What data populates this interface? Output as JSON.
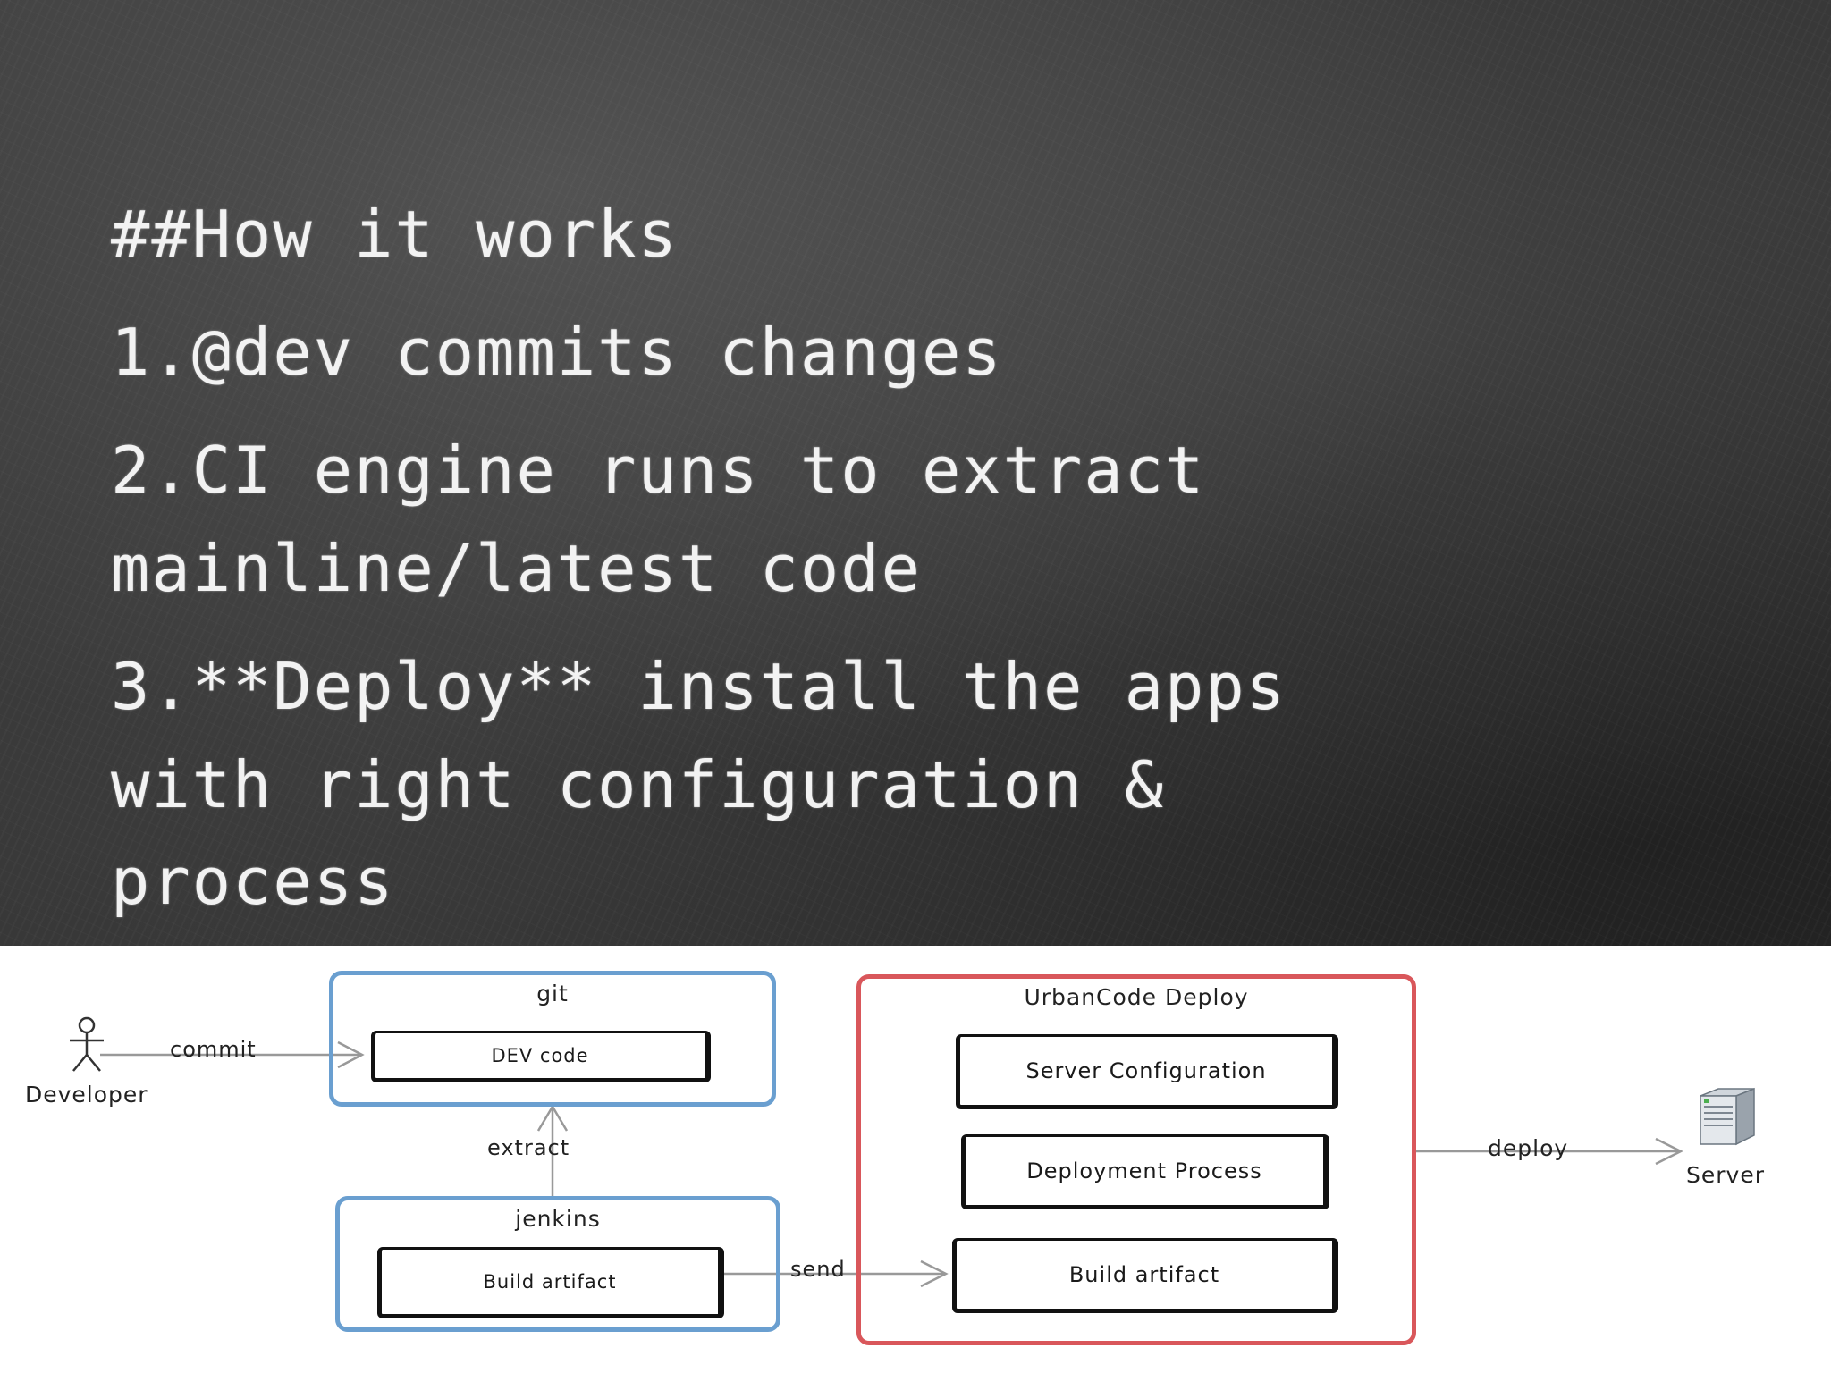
{
  "slide": {
    "heading": "##How it works",
    "step1": "1.@dev commits changes",
    "step2_line1": "2.CI engine runs to extract",
    "step2_line2": "mainline/latest code",
    "step3_line1": "3.**Deploy** install the apps",
    "step3_line2": "with right configuration &",
    "step3_line3": "process"
  },
  "diagram": {
    "developer_label": "Developer",
    "commit_label": "commit",
    "git": {
      "title": "git",
      "box": "DEV code"
    },
    "extract_label": "extract",
    "jenkins": {
      "title": "jenkins",
      "box": "Build artifact"
    },
    "send_label": "send",
    "urbancode": {
      "title": "UrbanCode Deploy",
      "boxes": [
        "Server Configuration",
        "Deployment Process",
        "Build artifact"
      ]
    },
    "deploy_label": "deploy",
    "server_label": "Server",
    "colors": {
      "git_border": "#6a9fd0",
      "jenkins_border": "#6a9fd0",
      "urbancode_border": "#d9575b",
      "arrow": "#999999"
    }
  }
}
